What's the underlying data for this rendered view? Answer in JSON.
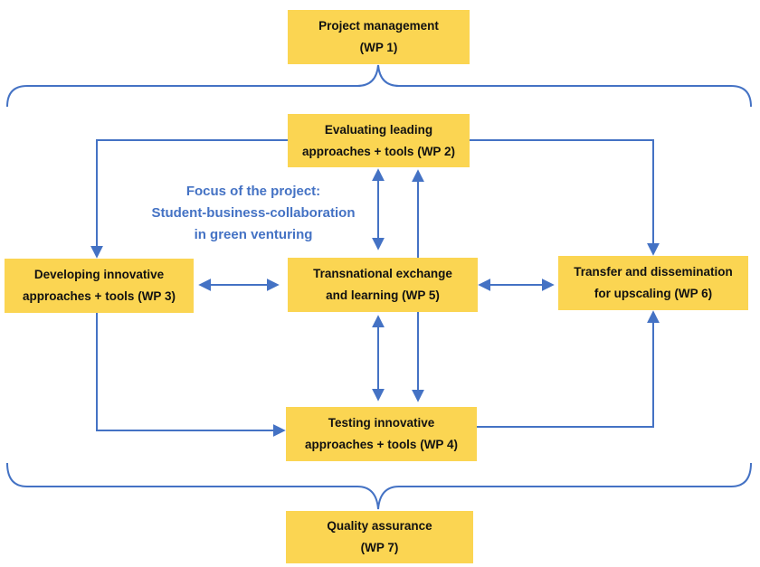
{
  "colors": {
    "box_fill": "#fbd552",
    "connector": "#4472c4",
    "focus_text": "#4472c4"
  },
  "boxes": {
    "wp1": {
      "line1": "Project management",
      "line2": "(WP 1)"
    },
    "wp2": {
      "line1": "Evaluating leading",
      "line2": "approaches + tools (WP 2)"
    },
    "wp3": {
      "line1": "Developing innovative",
      "line2": "approaches + tools (WP 3)"
    },
    "wp5": {
      "line1": "Transnational exchange",
      "line2": "and learning (WP 5)"
    },
    "wp6": {
      "line1": "Transfer and dissemination",
      "line2": "for upscaling (WP 6)"
    },
    "wp4": {
      "line1": "Testing innovative",
      "line2": "approaches + tools (WP 4)"
    },
    "wp7": {
      "line1": "Quality assurance",
      "line2": "(WP 7)"
    }
  },
  "focus": {
    "line1": "Focus of the project:",
    "line2": "Student-business-collaboration",
    "line3": "in green venturing"
  }
}
